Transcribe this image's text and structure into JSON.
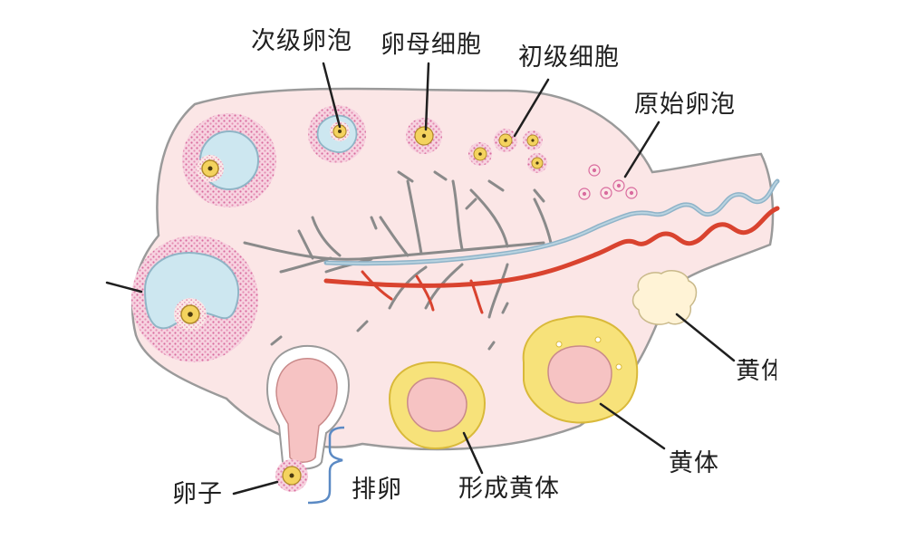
{
  "labels": {
    "secondary_follicle": "次级卵泡",
    "oocyte": "卵母细胞",
    "primary_oocyte": "初级细胞",
    "primordial_follicle": "原始卵泡",
    "corpus_luteum_partial": "黄体",
    "corpus_luteum": "黄体",
    "forming_corpus_luteum": "形成黄体",
    "ovulation": "排卵",
    "ovum": "卵子"
  },
  "colors": {
    "ovary_fill": "#fbe6e6",
    "ovary_outline": "#9a9a9a",
    "follicle_dots": "#d96b9e",
    "antrum_fill": "#cde7f0",
    "antrum_outline": "#8fb5c6",
    "egg_yellow": "#f4d35e",
    "artery": "#d9432f",
    "vein": "#8fb3c8",
    "vessel_gray": "#8a8a8a",
    "corpus_yellow": "#f7e27a",
    "corpus_pink": "#f6c3c3",
    "albicans": "#fff3d6"
  }
}
